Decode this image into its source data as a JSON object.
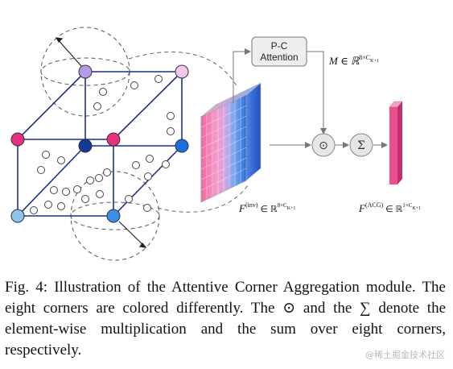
{
  "diagram": {
    "attention_box": "P-C\nAttention",
    "attention_box_lines": [
      "P-C",
      "Attention"
    ],
    "mask_label": "M ∈ ℝ",
    "mask_sup": "8×C",
    "mask_sub": "K+1",
    "feature_label": "F",
    "feature_sup": "(inv)",
    "feature_set": "∈ ℝ",
    "feature_dim": "8×C",
    "feature_dim_sub": "K+1",
    "output_label": "F",
    "output_sup": "(ACG)",
    "output_set": "∈ ℝ",
    "output_dim": "1×C",
    "output_dim_sub": "K+1",
    "multiply_symbol": "⊙",
    "sum_symbol": "Σ"
  },
  "caption": {
    "prefix": "Fig. 4: Illustration of the Attentive Corner Aggregation module. The eight corners are colored differently. The",
    "odot": "⊙",
    "middle": "and the",
    "sum": "∑",
    "suffix": "denote the element-wise multiplication and the sum over eight corners, respectively."
  },
  "watermark": "@稀土掘金技术社区",
  "colors": {
    "cube_edge": "#1f2f8c",
    "corner_pink": "#e8307e",
    "corner_light_pink": "#f5c6ee",
    "corner_lavender": "#b49ae6",
    "corner_navy": "#123a9c",
    "corner_blue": "#1a6ee0",
    "corner_light_blue": "#8ec5f0",
    "corner_mid_blue": "#3d8de6",
    "output_bar": "#e8508e"
  }
}
